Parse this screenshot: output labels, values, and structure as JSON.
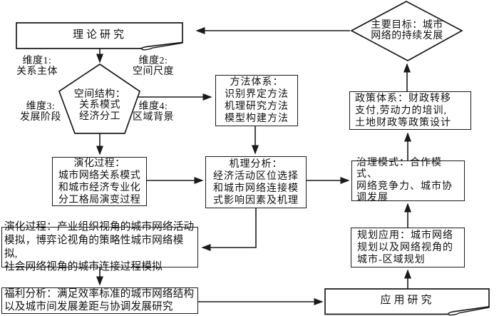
{
  "colors": {
    "line": "#1a1a1a",
    "background": "#ffffff",
    "text": "#111111"
  },
  "nodes": {
    "theory": {
      "label": "理论研究"
    },
    "goal": {
      "lines": [
        "主要目标：城市",
        "网络的持续发展"
      ]
    },
    "pentagon": {
      "lines": [
        "空间结构：",
        "关系模式",
        "经济分工"
      ]
    },
    "dims": {
      "d1": {
        "lines": [
          "维度1:",
          "关系主体"
        ]
      },
      "d2": {
        "lines": [
          "维度2:",
          "空间尺度"
        ]
      },
      "d3": {
        "lines": [
          "维度3:",
          "发展阶段"
        ]
      },
      "d4": {
        "lines": [
          "维度4:",
          "区域背景"
        ]
      }
    },
    "method": {
      "lines": [
        "方法体系：",
        "识别界定方法",
        "机理研究方法",
        "模型构建方法"
      ]
    },
    "policy": {
      "lines": [
        "政策体系：财政转移",
        "支付,劳动力的培训,",
        "土地财政等政策设计"
      ]
    },
    "evolution_mid": {
      "lines": [
        "演化过程：",
        "城市网络关系模式",
        "和城市经济专业化",
        "分工格局演变过程"
      ]
    },
    "mechanism": {
      "lines": [
        "机理分析：",
        "经济活动区位选择",
        "和城市网络连接模",
        "式影响因素及机理"
      ]
    },
    "governance": {
      "lines": [
        "治理模式：合作模式、",
        "网络竞争力、城市协",
        "调发展"
      ]
    },
    "evolution_sim": {
      "lines": [
        "演化过程：产业组织视角的城市网络活动",
        "模拟，博弈论视角的策略性城市网络模拟,",
        "社会网络视角的城市连接过程模拟"
      ]
    },
    "welfare": {
      "lines": [
        "福利分析：满足效率标准的城市网络结构",
        "以及城市间发展差距与协调发展研究"
      ]
    },
    "planning": {
      "lines": [
        "规划应用：城市网络",
        "规划以及网络视角的",
        "城市-区域规划"
      ]
    },
    "application": {
      "label": "应用研究"
    }
  }
}
